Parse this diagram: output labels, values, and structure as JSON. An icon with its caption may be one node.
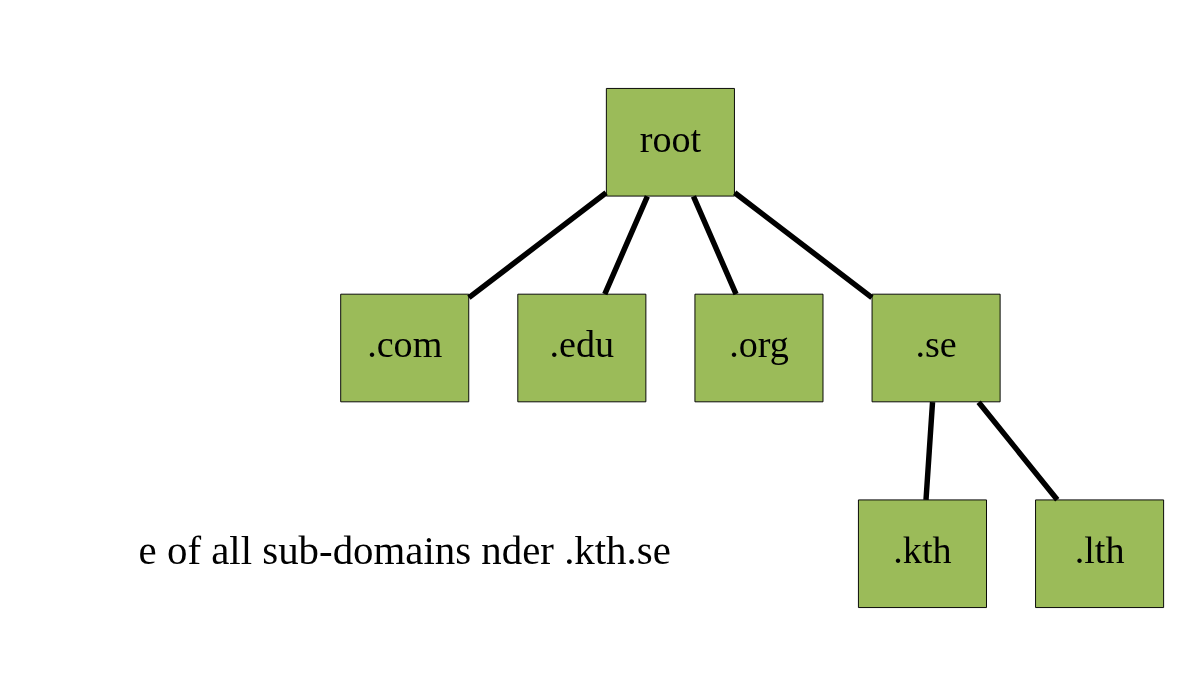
{
  "diagram": {
    "nodes": [
      {
        "text": [
          "root"
        ]
      },
      {
        "text": [
          ".com"
        ]
      },
      {
        "text": [
          ".edu"
        ]
      },
      {
        "text": [
          ".org"
        ]
      },
      {
        "text": [
          ".se"
        ]
      },
      {
        "text": [
          ".kth"
        ]
      },
      {
        "text": [
          ".lth"
        ]
      }
    ],
    "edges": [
      {
        "from": 0,
        "to": 1,
        "arrow": "none"
      },
      {
        "from": 0,
        "to": 2,
        "arrow": "none"
      },
      {
        "from": 0,
        "to": 3,
        "arrow": "none"
      },
      {
        "from": 0,
        "to": 4,
        "arrow": "none"
      },
      {
        "from": 4,
        "to": 5,
        "arrow": "none"
      },
      {
        "from": 4,
        "to": 6,
        "arrow": "none"
      }
    ],
    "labels": [
      "e of all sub-domains nder .kth.se"
    ]
  }
}
